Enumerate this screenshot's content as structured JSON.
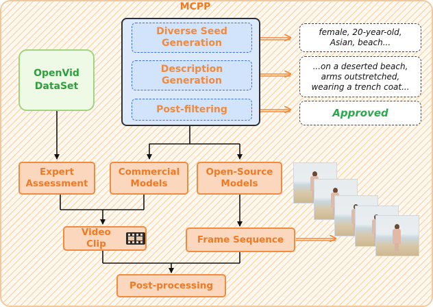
{
  "title": "MCPP",
  "mcpp_steps": [
    {
      "label": "Diverse Seed\nGeneration"
    },
    {
      "label": "Description\nGeneration"
    },
    {
      "label": "Post-filtering"
    }
  ],
  "notes": [
    {
      "text": "female, 20-year-old,\nAsian, beach..."
    },
    {
      "text": "...on a deserted beach,\narms outstretched,\nwearing a trench coat..."
    },
    {
      "text": "Approved",
      "color": "#2aa84a"
    }
  ],
  "openvid": "OpenVid\nDataSet",
  "expert": "Expert\nAssessment",
  "commercial": "Commercial\nModels",
  "opensource": "Open-Source\nModels",
  "videoclip": "Video Clip",
  "frameseq": "Frame Sequence",
  "postproc": "Post-processing",
  "colors": {
    "orange": "#f08a3e",
    "orange_text": "#ef7a25",
    "blue_border": "#3d6fd1",
    "green_text": "#2aa84a",
    "hatch": "#f6cfa4"
  },
  "icons": {
    "film": "film-strip-icon"
  }
}
